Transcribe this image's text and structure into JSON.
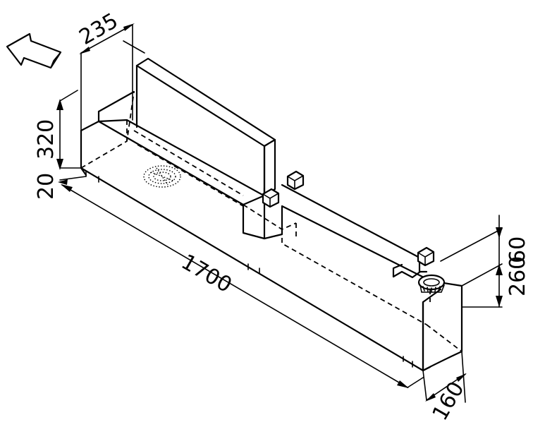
{
  "dimensions": {
    "depth_top": "235",
    "height_back": "320",
    "plinth": "20",
    "length": "1700",
    "top_offset": "60",
    "height_front": "260",
    "depth_front": "160"
  },
  "icons": {
    "direction": "arrow-direction-icon",
    "speaker": "speaker-grille-icon",
    "dial": "round-dial-icon"
  }
}
